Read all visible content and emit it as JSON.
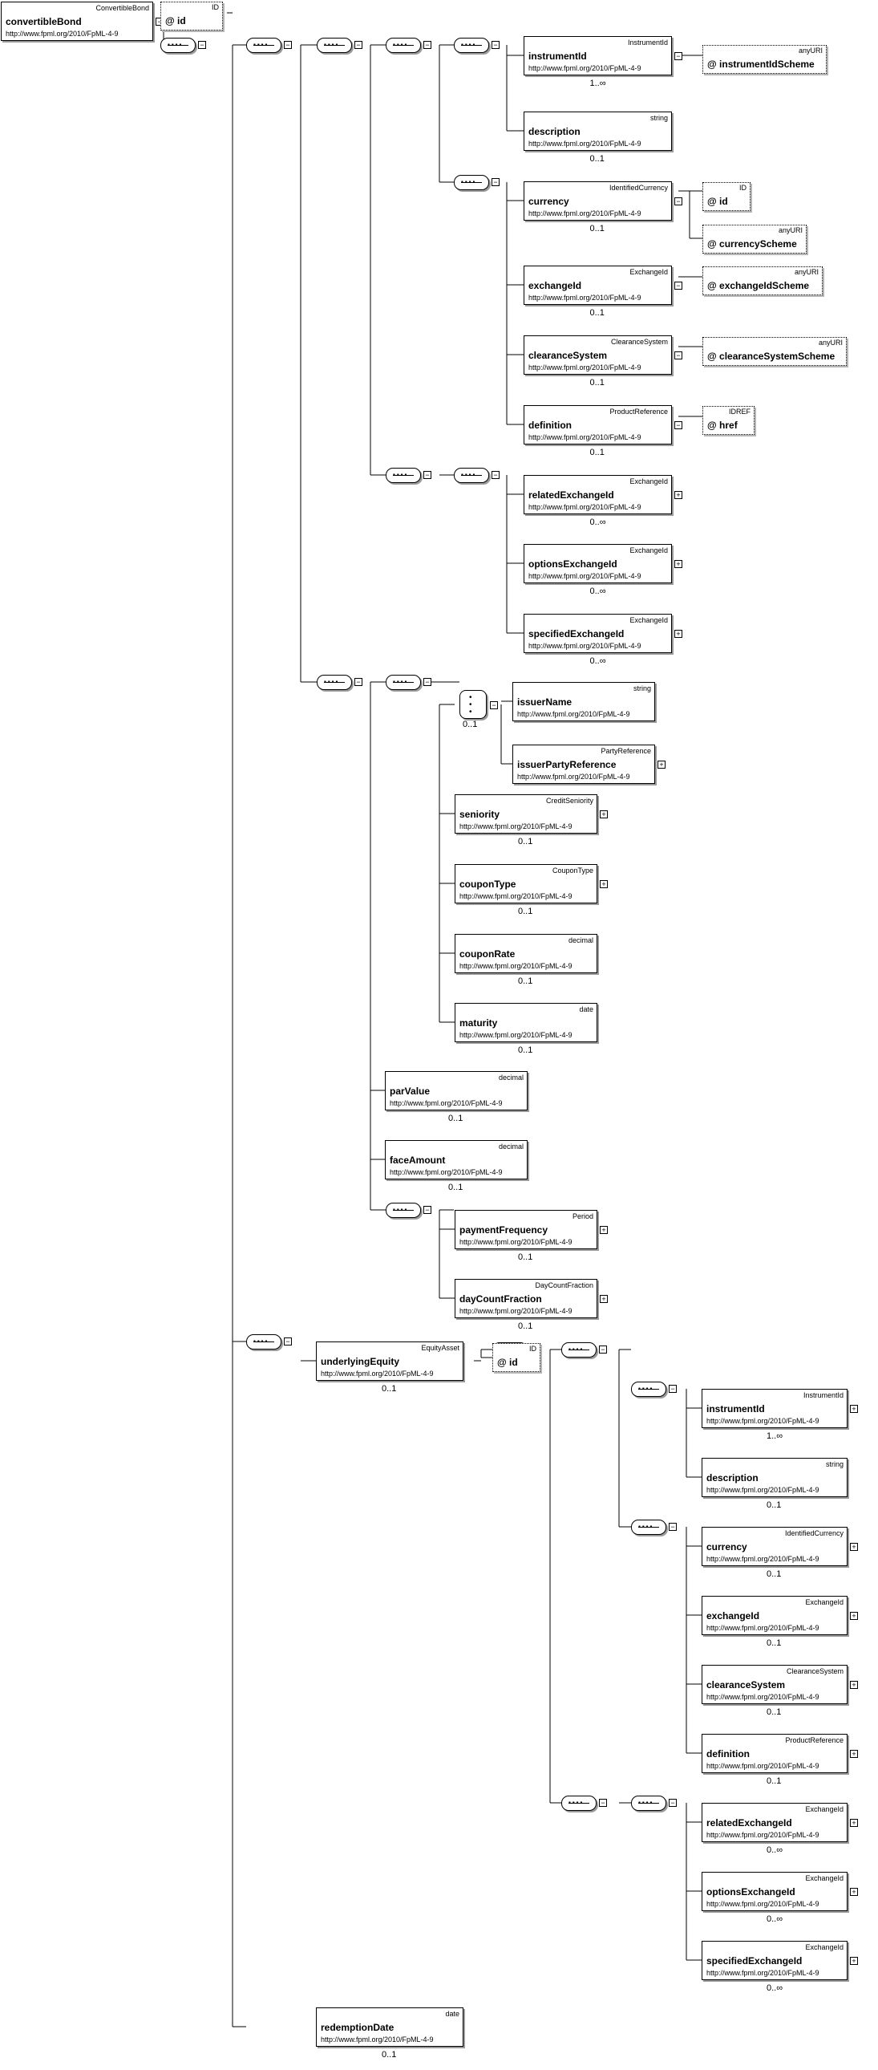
{
  "namespace": "http://www.fpml.org/2010/FpML-4-9",
  "glyphs": {
    "plus": "+",
    "minus": "−",
    "seq": "▪▪▪▪",
    "choice": "•\n•\n•"
  },
  "root": {
    "type": "ConvertibleBond",
    "name": "convertibleBond"
  },
  "elements": [
    {
      "key": "instrumentId_1",
      "type": "InstrumentId",
      "name": "instrumentId",
      "card": "1..∞"
    },
    {
      "key": "description_1",
      "type": "string",
      "name": "description",
      "card": "0..1"
    },
    {
      "key": "currency_1",
      "type": "IdentifiedCurrency",
      "name": "currency",
      "card": "0..1"
    },
    {
      "key": "exchangeId_1",
      "type": "ExchangeId",
      "name": "exchangeId",
      "card": "0..1"
    },
    {
      "key": "clearanceSystem_1",
      "type": "ClearanceSystem",
      "name": "clearanceSystem",
      "card": "0..1"
    },
    {
      "key": "definition_1",
      "type": "ProductReference",
      "name": "definition",
      "card": "0..1"
    },
    {
      "key": "relatedExchangeId_1",
      "type": "ExchangeId",
      "name": "relatedExchangeId",
      "card": "0..∞"
    },
    {
      "key": "optionsExchangeId_1",
      "type": "ExchangeId",
      "name": "optionsExchangeId",
      "card": "0..∞"
    },
    {
      "key": "specifiedExchangeId_1",
      "type": "ExchangeId",
      "name": "specifiedExchangeId",
      "card": "0..∞"
    },
    {
      "key": "issuerName",
      "type": "string",
      "name": "issuerName",
      "card": ""
    },
    {
      "key": "issuerPartyReference",
      "type": "PartyReference",
      "name": "issuerPartyReference",
      "card": ""
    },
    {
      "key": "seniority",
      "type": "CreditSeniority",
      "name": "seniority",
      "card": "0..1"
    },
    {
      "key": "couponType",
      "type": "CouponType",
      "name": "couponType",
      "card": "0..1"
    },
    {
      "key": "couponRate",
      "type": "decimal",
      "name": "couponRate",
      "card": "0..1"
    },
    {
      "key": "maturity",
      "type": "date",
      "name": "maturity",
      "card": "0..1"
    },
    {
      "key": "parValue",
      "type": "decimal",
      "name": "parValue",
      "card": "0..1"
    },
    {
      "key": "faceAmount",
      "type": "decimal",
      "name": "faceAmount",
      "card": "0..1"
    },
    {
      "key": "paymentFrequency",
      "type": "Period",
      "name": "paymentFrequency",
      "card": "0..1"
    },
    {
      "key": "dayCountFraction",
      "type": "DayCountFraction",
      "name": "dayCountFraction",
      "card": "0..1"
    },
    {
      "key": "underlyingEquity",
      "type": "EquityAsset",
      "name": "underlyingEquity",
      "card": "0..1"
    },
    {
      "key": "instrumentId_2",
      "type": "InstrumentId",
      "name": "instrumentId",
      "card": "1..∞"
    },
    {
      "key": "description_2",
      "type": "string",
      "name": "description",
      "card": "0..1"
    },
    {
      "key": "currency_2",
      "type": "IdentifiedCurrency",
      "name": "currency",
      "card": "0..1"
    },
    {
      "key": "exchangeId_2",
      "type": "ExchangeId",
      "name": "exchangeId",
      "card": "0..1"
    },
    {
      "key": "clearanceSystem_2",
      "type": "ClearanceSystem",
      "name": "clearanceSystem",
      "card": "0..1"
    },
    {
      "key": "definition_2",
      "type": "ProductReference",
      "name": "definition",
      "card": "0..1"
    },
    {
      "key": "relatedExchangeId_2",
      "type": "ExchangeId",
      "name": "relatedExchangeId",
      "card": "0..∞"
    },
    {
      "key": "optionsExchangeId_2",
      "type": "ExchangeId",
      "name": "optionsExchangeId",
      "card": "0..∞"
    },
    {
      "key": "specifiedExchangeId_2",
      "type": "ExchangeId",
      "name": "specifiedExchangeId",
      "card": "0..∞"
    },
    {
      "key": "redemptionDate",
      "type": "date",
      "name": "redemptionDate",
      "card": "0..1"
    }
  ],
  "attributes": [
    {
      "key": "id_root",
      "type": "ID",
      "name": "@ id"
    },
    {
      "key": "instrumentIdScheme",
      "type": "anyURI",
      "name": "@ instrumentIdScheme"
    },
    {
      "key": "currency_id",
      "type": "ID",
      "name": "@ id"
    },
    {
      "key": "currencyScheme",
      "type": "anyURI",
      "name": "@ currencyScheme"
    },
    {
      "key": "exchangeIdScheme",
      "type": "anyURI",
      "name": "@ exchangeIdScheme"
    },
    {
      "key": "clearanceSystemScheme",
      "type": "anyURI",
      "name": "@ clearanceSystemScheme"
    },
    {
      "key": "href",
      "type": "IDREF",
      "name": "@ href"
    },
    {
      "key": "equity_id",
      "type": "ID",
      "name": "@ id"
    }
  ],
  "choice_card": "0..1"
}
